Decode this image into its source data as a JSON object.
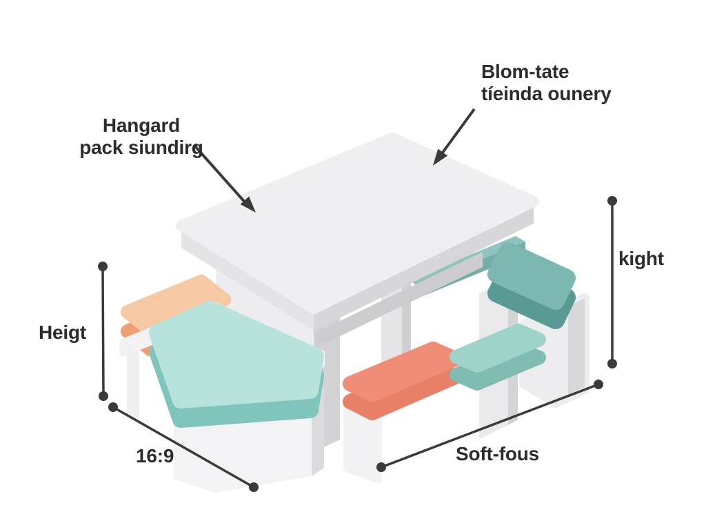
{
  "figure": {
    "type": "isometric-furniture-annotated-diagram",
    "subject": "kids table with four cushioned benches",
    "callouts": {
      "table_left": {
        "line1": "Hangard",
        "line2": "pack siundirg"
      },
      "table_right": {
        "line1": "Blom-tate",
        "line2": "tíeinda ounery"
      }
    },
    "dimensions": {
      "height_left": "Heigt",
      "height_right": "kight",
      "depth_bottom_left": "16:9",
      "width_bottom_right": "Soft-fous"
    },
    "colors": {
      "background": "#ffffff",
      "text": "#2c2c2c",
      "line": "#3a3a3a",
      "table_top": "#efeff1",
      "table_side_light": "#e4e4e7",
      "table_side_dark": "#d7d7da",
      "peach_top": "#f6c8a4",
      "peach_side": "#ef9f72",
      "mint_top": "#b7e3dc",
      "mint_side": "#7fc5bc",
      "coral_top": "#ef8d76",
      "coral_side": "#e87f67",
      "seafoam_top": "#9dd3c8",
      "seafoam_side": "#80bcb2",
      "teal_top": "#7cb7b1",
      "teal_side": "#5a9a94",
      "strip_top": "#8fc3bd",
      "strip_side": "#74aca6"
    }
  }
}
